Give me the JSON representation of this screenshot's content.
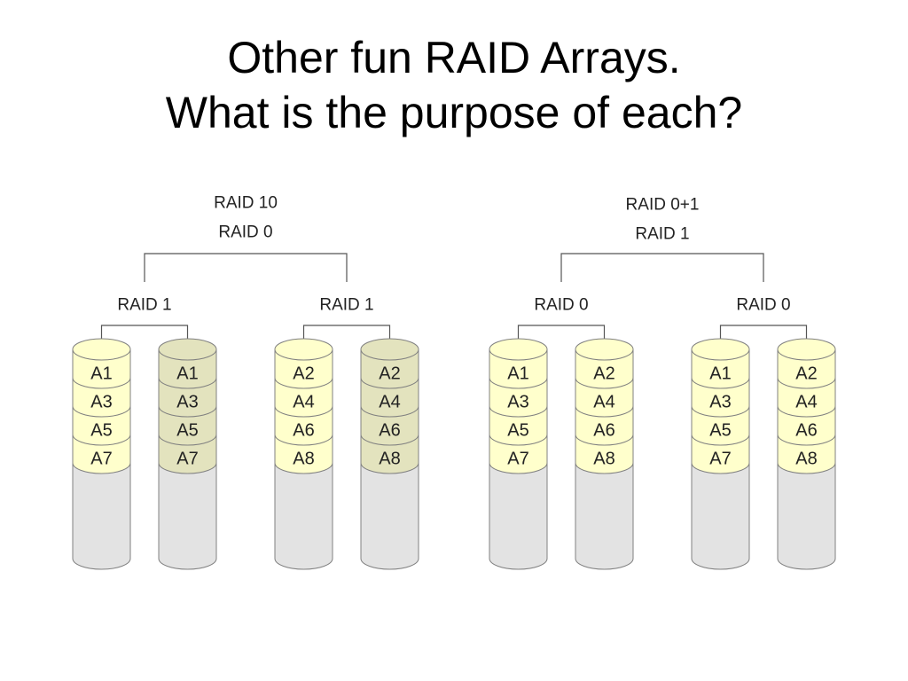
{
  "slide": {
    "title_line1": "Other fun RAID Arrays.",
    "title_line2": "What is the purpose of each?"
  },
  "colors": {
    "disk_light_fill": "#FFFFCC",
    "disk_olive_fill": "#E3E3BE",
    "disk_empty_fill": "#E3E3E3",
    "stroke": "#808080",
    "connector": "#555555",
    "text": "#222222"
  },
  "diagrams": [
    {
      "id": "raid10",
      "top_labels": [
        "RAID 10",
        "RAID 0"
      ],
      "groups": [
        {
          "label": "RAID 1",
          "disks": [
            {
              "style": "light",
              "blocks": [
                "A1",
                "A3",
                "A5",
                "A7"
              ]
            },
            {
              "style": "olive",
              "blocks": [
                "A1",
                "A3",
                "A5",
                "A7"
              ]
            }
          ]
        },
        {
          "label": "RAID 1",
          "disks": [
            {
              "style": "light",
              "blocks": [
                "A2",
                "A4",
                "A6",
                "A8"
              ]
            },
            {
              "style": "olive",
              "blocks": [
                "A2",
                "A4",
                "A6",
                "A8"
              ]
            }
          ]
        }
      ]
    },
    {
      "id": "raid01",
      "top_labels": [
        "RAID 0+1",
        "RAID 1"
      ],
      "groups": [
        {
          "label": "RAID 0",
          "disks": [
            {
              "style": "light",
              "blocks": [
                "A1",
                "A3",
                "A5",
                "A7"
              ]
            },
            {
              "style": "light",
              "blocks": [
                "A2",
                "A4",
                "A6",
                "A8"
              ]
            }
          ]
        },
        {
          "label": "RAID 0",
          "disks": [
            {
              "style": "light",
              "blocks": [
                "A1",
                "A3",
                "A5",
                "A7"
              ]
            },
            {
              "style": "light",
              "blocks": [
                "A2",
                "A4",
                "A6",
                "A8"
              ]
            }
          ]
        }
      ]
    }
  ]
}
